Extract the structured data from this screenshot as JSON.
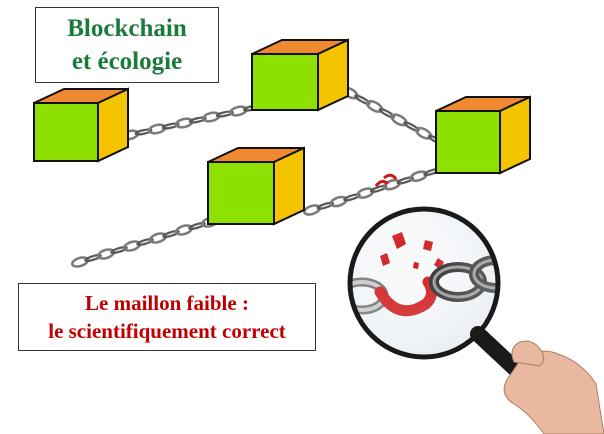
{
  "title": {
    "line1": "Blockchain",
    "line2": "et écologie",
    "color": "#1a7a3c"
  },
  "caption": {
    "line1": "Le maillon faible :",
    "line2": "le scientifiquement correct",
    "color": "#c00000"
  },
  "colors": {
    "cube_front": "#8ee000",
    "cube_side": "#f5c400",
    "cube_top": "#f08a30",
    "chain": "#9a9a9a",
    "broken_link": "#d01818",
    "magnifier_rim": "#1a1a1a",
    "skin": "#e8b8a0"
  },
  "icons": {
    "blocks": "cube-icon",
    "links": "chain-icon",
    "broken": "broken-chain-icon",
    "lens": "magnifying-glass-icon",
    "hand": "hand-icon"
  }
}
